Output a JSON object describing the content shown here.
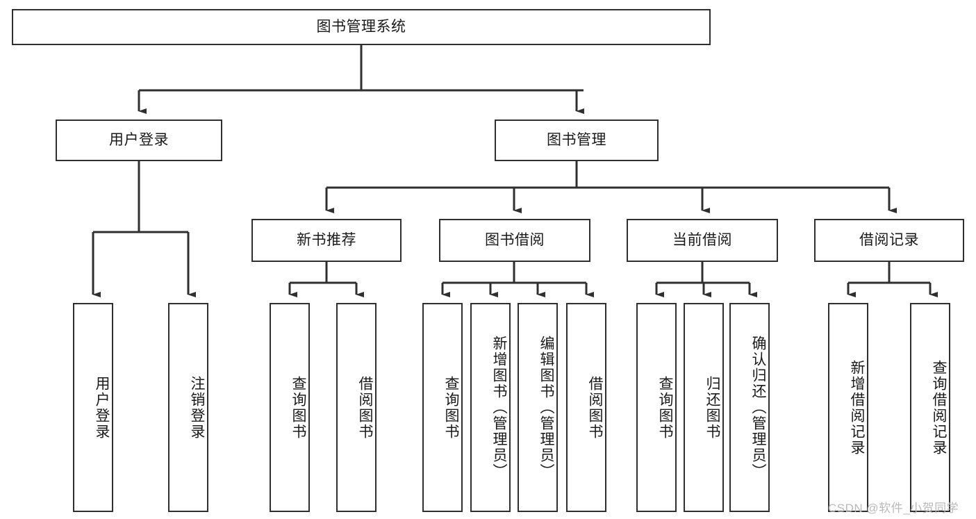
{
  "diagram": {
    "title": "图书管理系统",
    "type": "hierarchy-tree",
    "root": {
      "label": "图书管理系统"
    },
    "level1": [
      {
        "label": "用户登录"
      },
      {
        "label": "图书管理"
      }
    ],
    "level2": [
      {
        "label": "新书推荐"
      },
      {
        "label": "图书借阅"
      },
      {
        "label": "当前借阅"
      },
      {
        "label": "借阅记录"
      }
    ],
    "leaves": [
      {
        "label": "用户登录",
        "parent": "用户登录"
      },
      {
        "label": "注销登录",
        "parent": "用户登录"
      },
      {
        "label": "查询图书",
        "parent": "新书推荐"
      },
      {
        "label": "借阅图书",
        "parent": "新书推荐"
      },
      {
        "label": "查询图书",
        "parent": "图书借阅"
      },
      {
        "label": "新增图书（管理员）",
        "parent": "图书借阅"
      },
      {
        "label": "编辑图书（管理员）",
        "parent": "图书借阅"
      },
      {
        "label": "借阅图书",
        "parent": "图书借阅"
      },
      {
        "label": "查询图书",
        "parent": "当前借阅"
      },
      {
        "label": "归还图书",
        "parent": "当前借阅"
      },
      {
        "label": "确认归还（管理员）",
        "parent": "当前借阅"
      },
      {
        "label": "新增借阅记录",
        "parent": "借阅记录"
      },
      {
        "label": "查询借阅记录",
        "parent": "借阅记录"
      }
    ]
  },
  "watermark": {
    "text": "CSDN @软件_小贺同学"
  },
  "colors": {
    "stroke": "#2f2f2f",
    "fill": "#ffffff",
    "text": "#1a1a1a",
    "watermark": "#b9b9b9"
  }
}
